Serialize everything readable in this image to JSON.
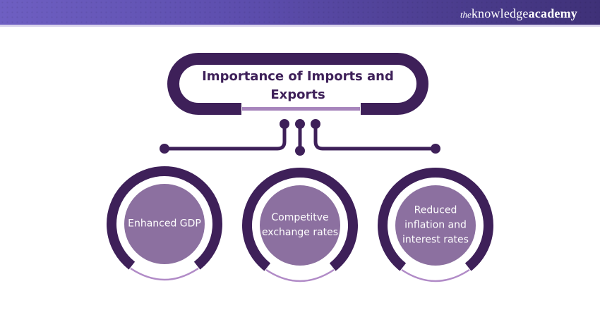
{
  "header": {
    "logo_the": "the",
    "logo_knowledge": "knowledge",
    "logo_academy": "academy"
  },
  "title_box": {
    "title": "Importance of Imports and Exports"
  },
  "nodes": [
    {
      "label": "Enhanced GDP"
    },
    {
      "label": "Competitve exchange rates"
    },
    {
      "label": "Reduced inflation and interest rates"
    }
  ],
  "colors": {
    "dark_purple": "#3E2059",
    "node_inner_fill": "#8C70A0",
    "light_arc_purple": "#B18BC7",
    "box_underline_purple": "#A785BC",
    "header_gradient_left": "#6E5FC2",
    "header_gradient_right": "#3F3178",
    "header_bottom_border": "#D9D3EC",
    "text_white": "#FFFFFF"
  }
}
